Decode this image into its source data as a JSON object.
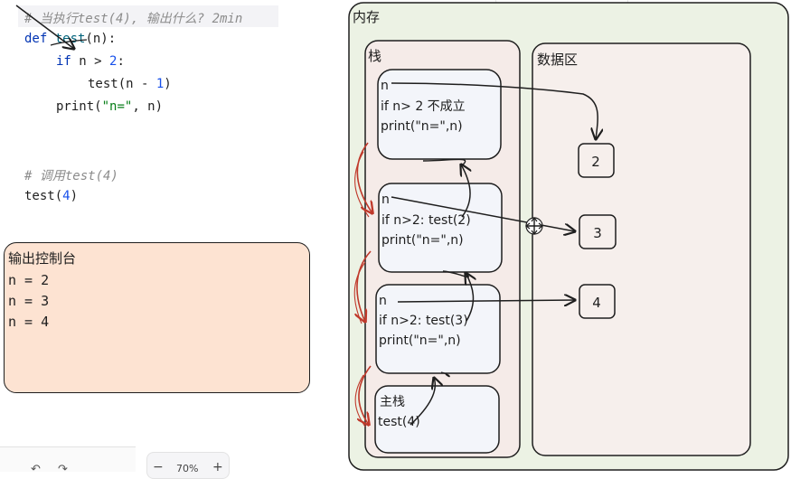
{
  "code": {
    "comment_title": "# 当执行test(4), 输出什么? 2min",
    "def_kw": "def",
    "def_name": "test",
    "def_params": "(n):",
    "if_kw": "if",
    "if_cond": " n > ",
    "if_num": "2",
    "if_colon": ":",
    "rec_call": "test(n - ",
    "rec_num": "1",
    "rec_close": ")",
    "print_fn": "print",
    "print_open": "(",
    "print_str": "\"n=\"",
    "print_rest": ", n)",
    "comment_call": "# 调用test(4)",
    "call_name": "test(",
    "call_num": "4",
    "call_close": ")"
  },
  "console": {
    "title": "输出控制台",
    "lines": [
      "n = 2",
      "n = 3",
      "n = 4"
    ]
  },
  "memory": {
    "title": "内存",
    "stack_title": "栈",
    "data_title": "数据区",
    "frames": [
      {
        "line1": "n",
        "line2": "if n> 2 不成立",
        "line3": "print(\"n=\",n)"
      },
      {
        "line1": "n",
        "line2": "if n>2: test(2)",
        "line3": "print(\"n=\",n)"
      },
      {
        "line1": "n",
        "line2": "if n>2: test(3)",
        "line3": "print(\"n=\",n)"
      },
      {
        "line1": "主栈",
        "line2": "test(4)"
      }
    ],
    "values": [
      "2",
      "3",
      "4"
    ]
  },
  "toolbar": {
    "undo": "↶",
    "redo": "↷",
    "zoom_minus": "−",
    "zoom_value": "70%",
    "zoom_plus": "+"
  },
  "colors": {
    "memory_bg": "#ecf2e4",
    "stack_bg": "#f5ebe8",
    "data_bg": "#f6efec",
    "console_bg": "#fde3d2",
    "recursion_arrow": "#c0392b"
  }
}
